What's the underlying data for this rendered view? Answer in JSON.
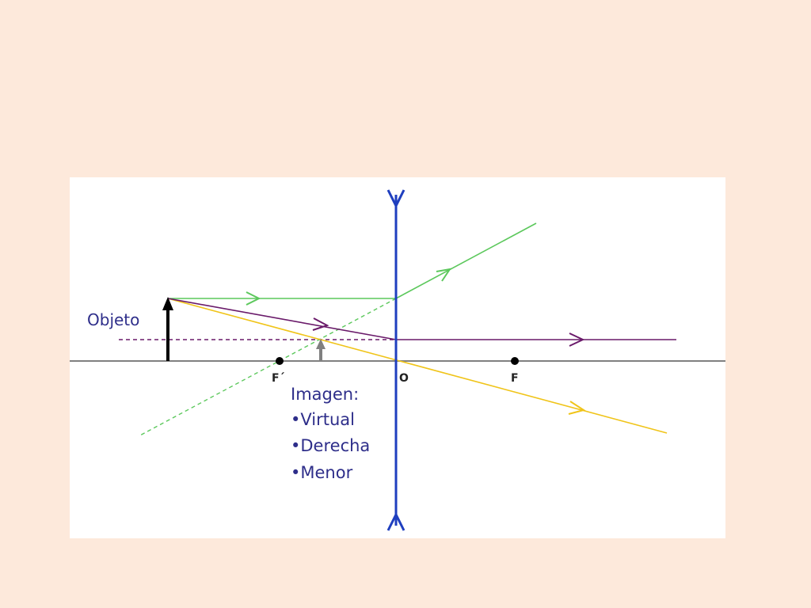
{
  "labels": {
    "object": "Objeto",
    "focal_left": "F´",
    "optical_center": "O",
    "focal_right": "F"
  },
  "image_properties": {
    "title": "Imagen:",
    "items": [
      "•Virtual",
      "•Derecha",
      "•Menor"
    ]
  },
  "colors": {
    "background": "#fde9db",
    "panel": "#ffffff",
    "lens": "#1f3fbf",
    "axis": "#808080",
    "object_arrow": "#000000",
    "image_arrow": "#808080",
    "ray_parallel": "#5cc85c",
    "ray_center": "#f0c419",
    "ray_focal": "#6a1a6a",
    "text": "#2e2e8a"
  }
}
